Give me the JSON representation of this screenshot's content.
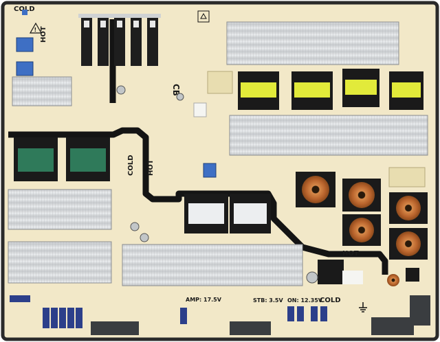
{
  "silkscreen": {
    "cold_top_left": "COLD",
    "hot_left": "HOT",
    "cb": "CB",
    "cold_mid": "COLD",
    "hot_mid": "HOT",
    "hot_right": "HOT",
    "cold_bottom": "COLD",
    "amp_rail": "AMP: 17.5V",
    "stb_rail": "STB: 3.5V",
    "on_rail": "ON: 12.35V"
  },
  "colors": {
    "board": "#f2e8c8",
    "board_edge": "#2a2a2a",
    "heatsink": "#d6d8da",
    "transformer_yellow": "#e2ea3a",
    "transformer_green": "#2f7a5a",
    "capacitor_blue": "#2c3f8a",
    "coil_copper": "#c9743a",
    "connector_dark": "#3a3d40"
  },
  "icons": [
    "high-voltage-warning-icon",
    "ground-symbol-icon",
    "recycle-icon"
  ]
}
